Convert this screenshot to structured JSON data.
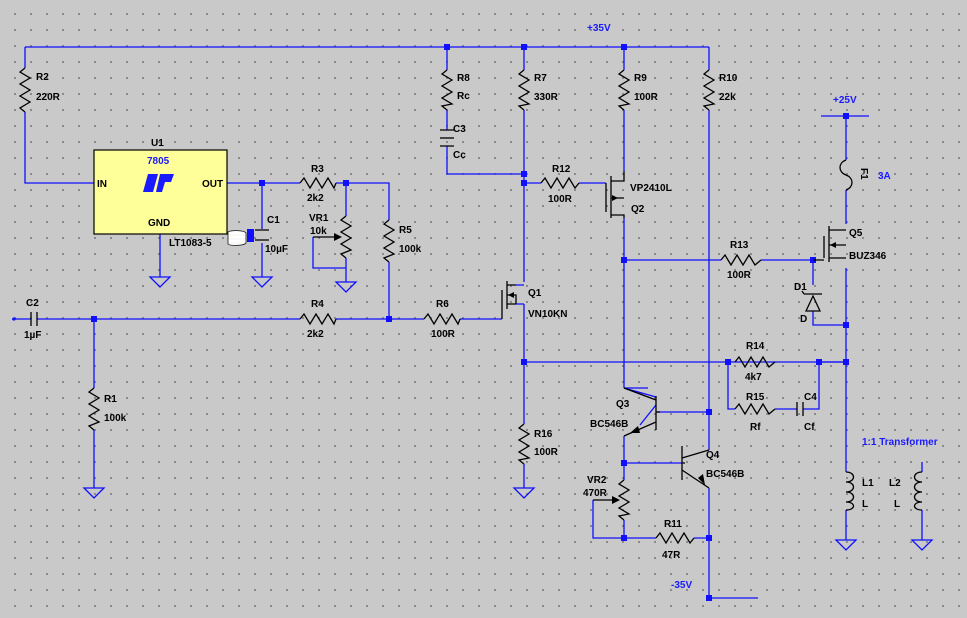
{
  "rails": {
    "pos35": "+35V",
    "neg35": "-35V",
    "pos25": "+25V"
  },
  "u1": {
    "ref": "U1",
    "value": "7805",
    "part": "LT1083-5",
    "in": "IN",
    "out": "OUT",
    "gnd": "GND"
  },
  "r2": {
    "ref": "R2",
    "value": "220R"
  },
  "r3": {
    "ref": "R3",
    "value": "2k2"
  },
  "vr1": {
    "ref": "VR1",
    "value": "10k"
  },
  "r5": {
    "ref": "R5",
    "value": "100k"
  },
  "c1": {
    "ref": "C1",
    "value": "10µF"
  },
  "c2": {
    "ref": "C2",
    "value": "1µF"
  },
  "r1": {
    "ref": "R1",
    "value": "100k"
  },
  "r4": {
    "ref": "R4",
    "value": "2k2"
  },
  "r6": {
    "ref": "R6",
    "value": "100R"
  },
  "r8": {
    "ref": "R8",
    "value": "Rc"
  },
  "c3": {
    "ref": "C3",
    "value": "Cc"
  },
  "r7": {
    "ref": "R7",
    "value": "330R"
  },
  "r9": {
    "ref": "R9",
    "value": "100R"
  },
  "r10": {
    "ref": "R10",
    "value": "22k"
  },
  "r12": {
    "ref": "R12",
    "value": "100R"
  },
  "q2": {
    "ref": "Q2",
    "value": "VP2410L"
  },
  "q1": {
    "ref": "Q1",
    "value": "VN10KN"
  },
  "r13": {
    "ref": "R13",
    "value": "100R"
  },
  "r14": {
    "ref": "R14",
    "value": "4k7"
  },
  "r15": {
    "ref": "R15",
    "value": "Rf"
  },
  "c4": {
    "ref": "C4",
    "value": "Cf"
  },
  "r16": {
    "ref": "R16",
    "value": "100R"
  },
  "q3": {
    "ref": "Q3",
    "value": "BC546B"
  },
  "q4": {
    "ref": "Q4",
    "value": "BC546B"
  },
  "vr2": {
    "ref": "VR2",
    "value": "470R"
  },
  "r11": {
    "ref": "R11",
    "value": "47R"
  },
  "q5": {
    "ref": "Q5",
    "value": "BUZ346"
  },
  "d1": {
    "ref": "D1",
    "value": "D"
  },
  "f1": {
    "ref": "F1",
    "value": "3A"
  },
  "l1": {
    "ref": "L1",
    "value": "L"
  },
  "l2": {
    "ref": "L2",
    "value": "L"
  },
  "transformer": "1:1 Transformer"
}
